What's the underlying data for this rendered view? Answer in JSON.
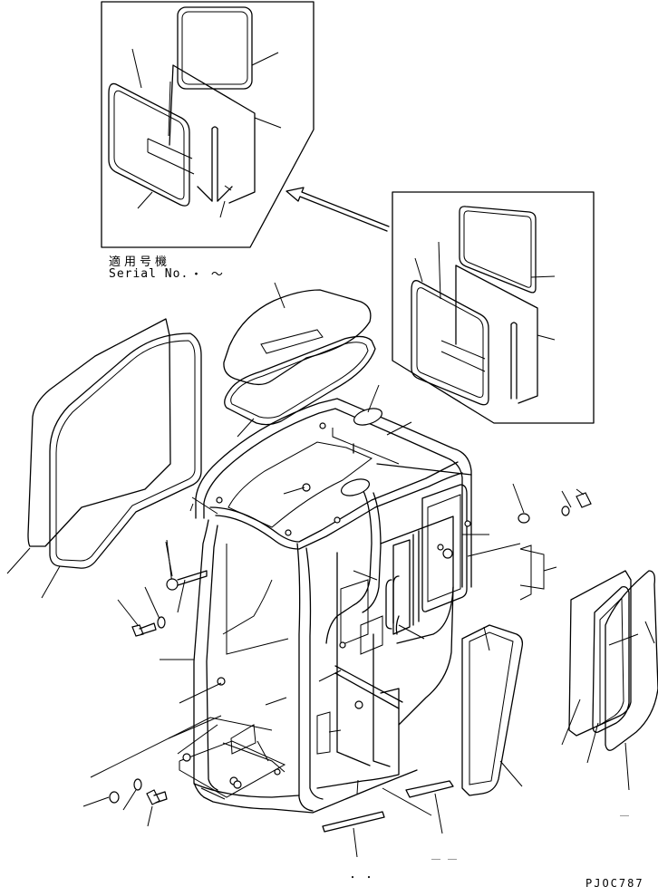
{
  "inset": {
    "label_jp": "適用号機",
    "label_en": "Serial No.",
    "label_marks": "・ ～"
  },
  "drawing_code": "PJOC787",
  "footer_marks": {
    "bottom_center": "・ ・",
    "bottom_right_a": "＿ ＿",
    "bottom_right_b": "＿"
  },
  "colors": {
    "line": "#000000",
    "background": "#ffffff"
  }
}
